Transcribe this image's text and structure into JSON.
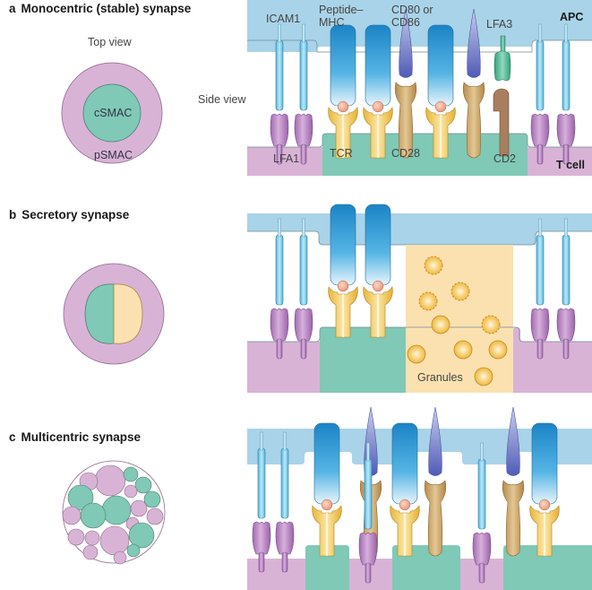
{
  "panels": [
    {
      "letter": "a",
      "title": "Monocentric (stable) synapse",
      "top_view_label": "Top view",
      "side_view_label": "Side view",
      "top_view_regions": [
        "cSMAC",
        "pSMAC"
      ],
      "molecule_labels": {
        "icam1": "ICAM1",
        "peptide_mhc_line1": "Peptide–",
        "peptide_mhc_line2": "MHC",
        "cd80_line1": "CD80 or",
        "cd80_line2": "CD86",
        "lfa3": "LFA3",
        "apc": "APC",
        "lfa1": "LFA1",
        "tcr": "TCR",
        "cd28": "CD28",
        "cd2": "CD2",
        "tcell": "T cell"
      }
    },
    {
      "letter": "b",
      "title": "Secretory synapse",
      "granules_label": "Granules"
    },
    {
      "letter": "c",
      "title": "Multicentric synapse"
    }
  ],
  "colors": {
    "apc_membrane": "#a9d3e8",
    "tcell_lfa_zone": "#d9b3d6",
    "tcell_tcr_zone": "#7fc9b6",
    "secretory_zone": "#fbe1b0",
    "icam": "#6cc4e3",
    "lfa1": "#b884c2",
    "mhc": "#2a8fd0",
    "tcr": "#f2c750",
    "cd28": "#c9a467",
    "cd80": "#7b84c9",
    "lfa3": "#4db38f",
    "cd2": "#a97e5e",
    "granule": "#f4c45a"
  }
}
